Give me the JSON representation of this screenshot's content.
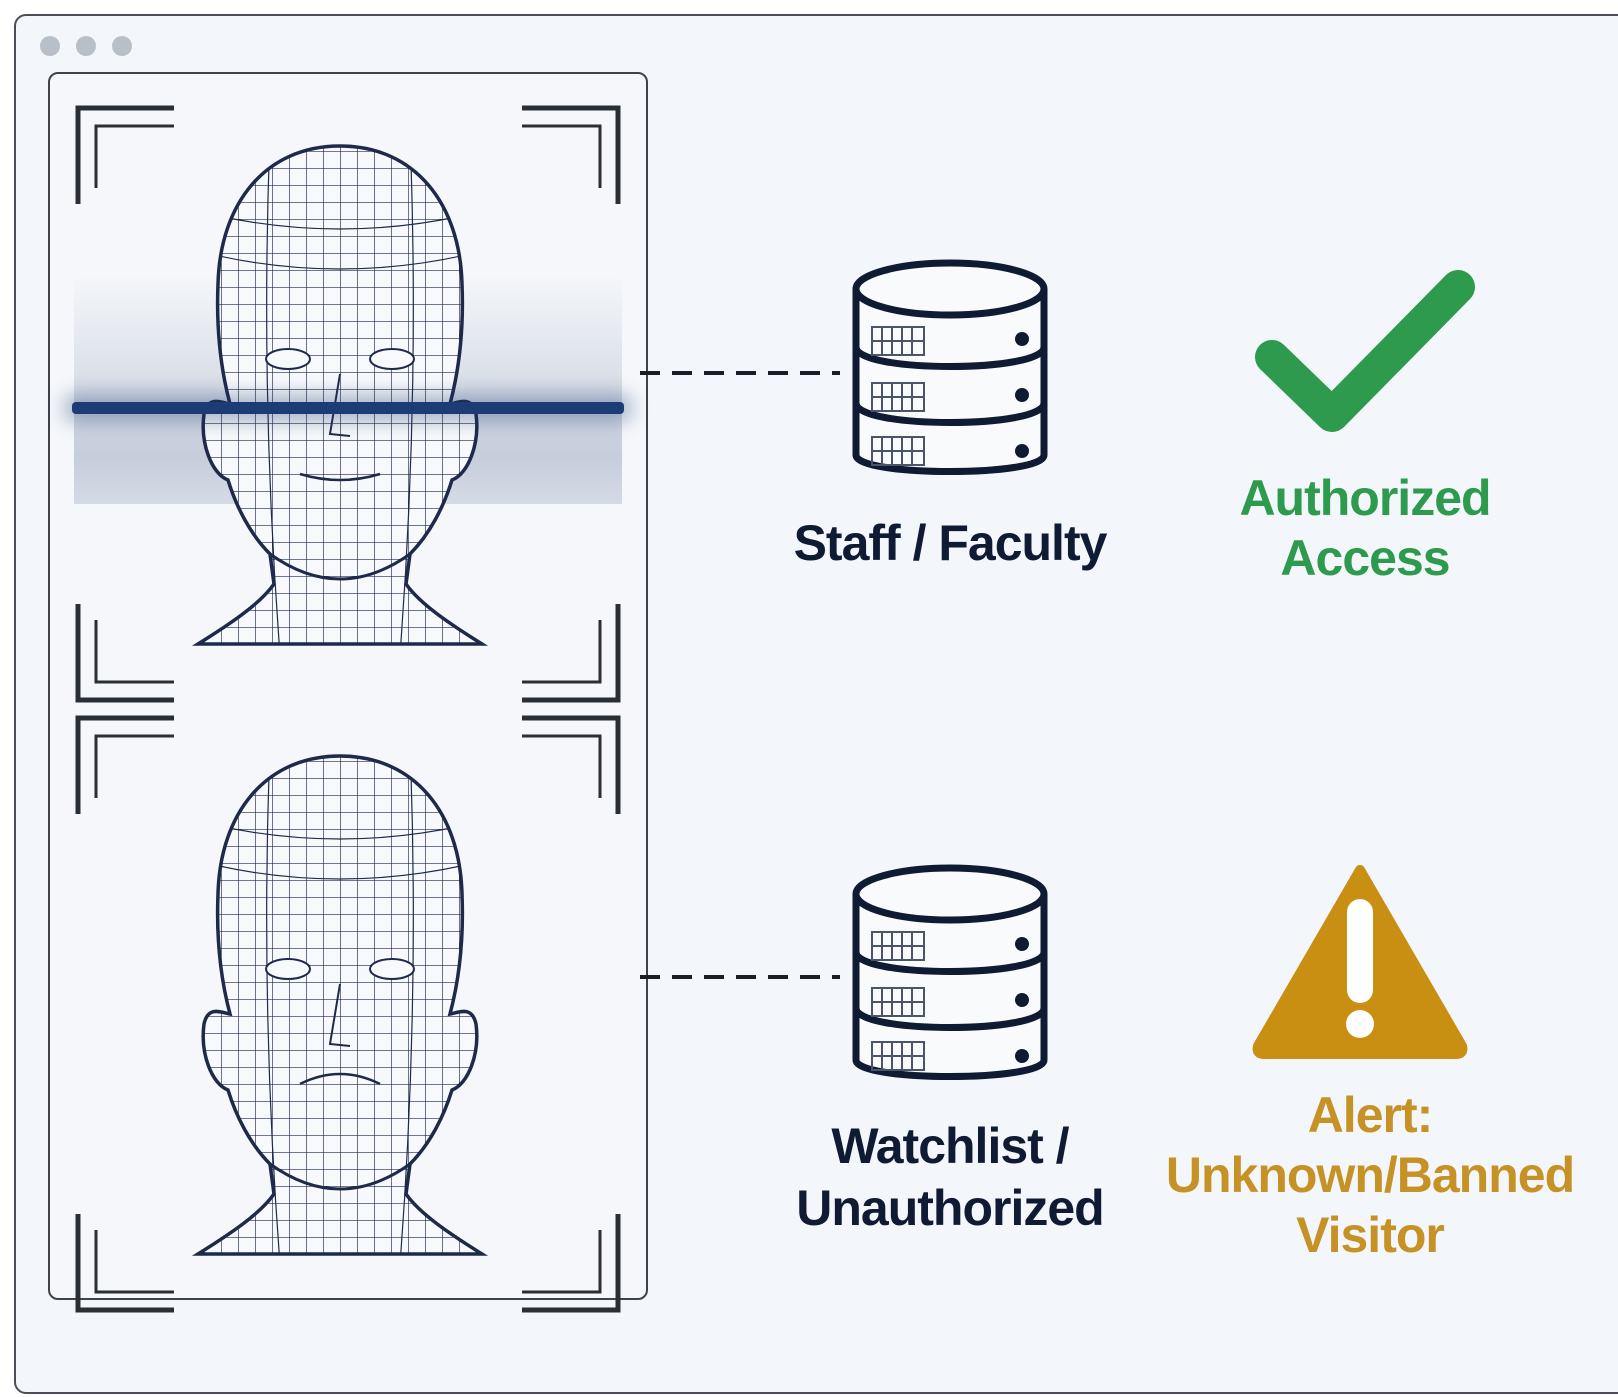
{
  "window": {
    "controls": [
      "dot",
      "dot",
      "dot"
    ]
  },
  "scans": [
    {
      "name": "top",
      "scanning": true
    },
    {
      "name": "bottom",
      "scanning": false
    }
  ],
  "databases": [
    {
      "label": "Staff / Faculty",
      "icon": "database-icon"
    },
    {
      "label_line1": "Watchlist /",
      "label_line2": "Unauthorized",
      "icon": "database-icon"
    }
  ],
  "results": [
    {
      "label_line1": "Authorized",
      "label_line2": "Access",
      "icon": "checkmark-icon",
      "color": "#2e9a4d"
    },
    {
      "label_line1": "Alert:",
      "label_line2": "Unknown/Banned",
      "label_line3": "Visitor",
      "icon": "warning-icon",
      "color": "#c79225"
    }
  ],
  "colors": {
    "scan_line": "#1d3b74",
    "wireframe": "#1e2a4a",
    "success": "#2e9a4d",
    "warning": "#c79225",
    "label": "#0f1b33"
  }
}
